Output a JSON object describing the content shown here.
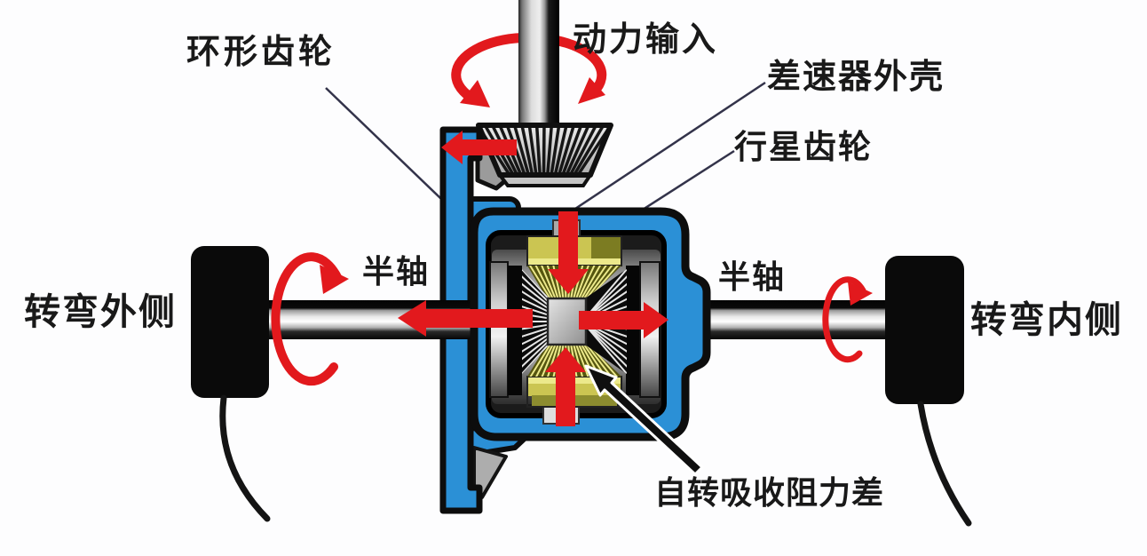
{
  "labels": {
    "ring_gear": "环形齿轮",
    "power_input": "动力输入",
    "differential_housing": "差速器外壳",
    "planet_gear": "行星齿轮",
    "half_shaft_left": "半轴",
    "half_shaft_right": "半轴",
    "turn_outside": "转弯外侧",
    "turn_inside": "转弯内侧",
    "spin_note": "自转吸收阻力差"
  },
  "colors": {
    "housing_blue": "#2b90d6",
    "arrow_red": "#e2191d",
    "gear_yellow": "#cbc552",
    "gear_yellow_light": "#ece98b",
    "gear_olive": "#55550f",
    "outline_black": "#0d0d0d",
    "label_text": "#191919"
  }
}
